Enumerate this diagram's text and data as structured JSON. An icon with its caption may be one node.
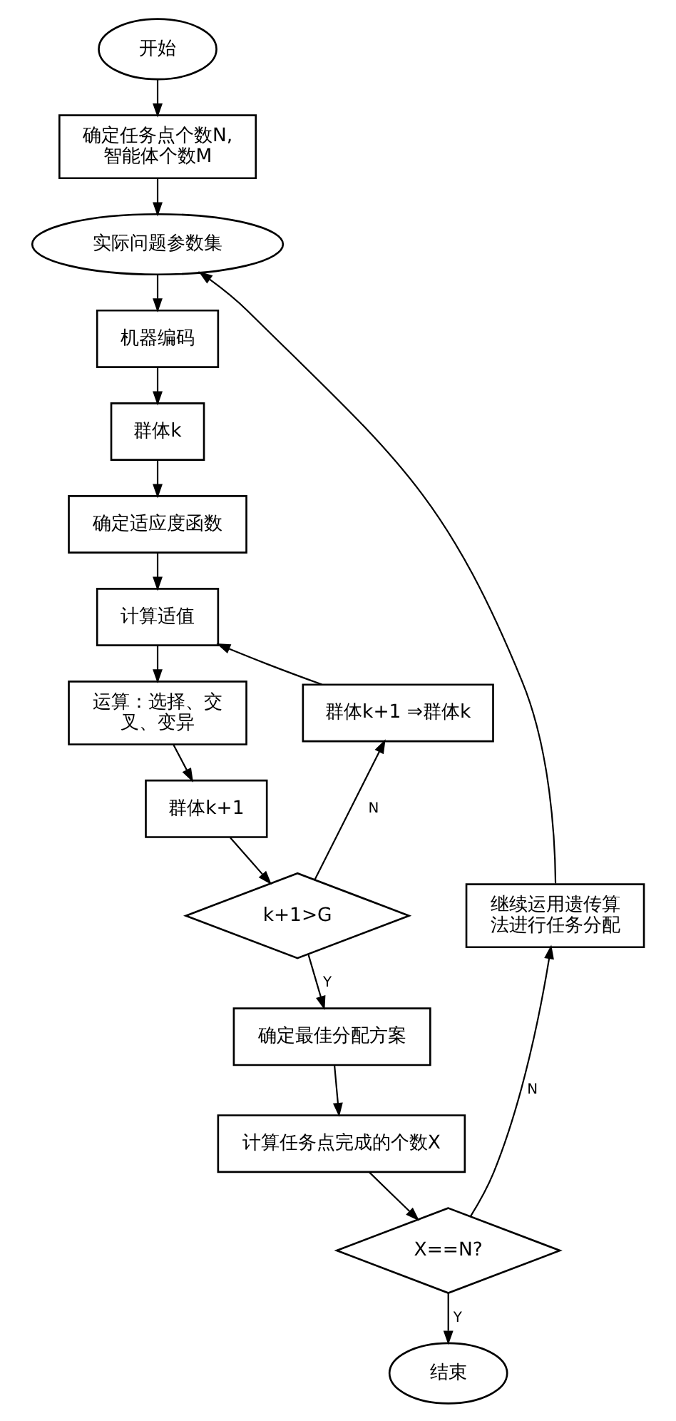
{
  "diagram": {
    "nodes": [
      {
        "text": [
          "开始"
        ]
      },
      {
        "text": [
          "确定任务点个数N, 智能体个数M"
        ]
      },
      {
        "text": [
          "实际问题参数集"
        ]
      },
      {
        "text": [
          "机器编码"
        ]
      },
      {
        "text": [
          "群体k"
        ]
      },
      {
        "text": [
          "确定适应度函数"
        ]
      },
      {
        "text": [
          "计算适值"
        ]
      },
      {
        "text": [
          "运算：选择、交叉、变异"
        ]
      },
      {
        "text": [
          "群体k+1"
        ]
      },
      {
        "text": [
          "k+1>G"
        ]
      },
      {
        "text": [
          "群体k+1 ⇒群体k"
        ]
      },
      {
        "text": [
          "确定最佳分配方案"
        ]
      },
      {
        "text": [
          "计算任务点完成的个数X"
        ]
      },
      {
        "text": [
          "X==N?"
        ]
      },
      {
        "text": [
          "继续运用遗传算法进行任务分配"
        ]
      },
      {
        "text": [
          "结束"
        ]
      }
    ],
    "edges": [
      {
        "from": 0,
        "to": 1,
        "arrow": "to"
      },
      {
        "from": 1,
        "to": 2,
        "arrow": "to"
      },
      {
        "from": 2,
        "to": 3,
        "arrow": "to"
      },
      {
        "from": 3,
        "to": 4,
        "arrow": "to"
      },
      {
        "from": 4,
        "to": 5,
        "arrow": "to"
      },
      {
        "from": 5,
        "to": 6,
        "arrow": "to"
      },
      {
        "from": 6,
        "to": 7,
        "arrow": "to"
      },
      {
        "from": 7,
        "to": 8,
        "arrow": "to"
      },
      {
        "from": 8,
        "to": 9,
        "arrow": "to"
      },
      {
        "from": 9,
        "to": 10,
        "arrow": "to",
        "label": "N"
      },
      {
        "from": 10,
        "to": 6,
        "arrow": "to"
      },
      {
        "from": 9,
        "to": 11,
        "arrow": "to",
        "label": "Y"
      },
      {
        "from": 11,
        "to": 12,
        "arrow": "to"
      },
      {
        "from": 12,
        "to": 13,
        "arrow": "to"
      },
      {
        "from": 13,
        "to": 14,
        "arrow": "to",
        "label": "N"
      },
      {
        "from": 14,
        "to": 2,
        "arrow": "to"
      },
      {
        "from": 13,
        "to": 15,
        "arrow": "to",
        "label": "Y"
      }
    ]
  }
}
